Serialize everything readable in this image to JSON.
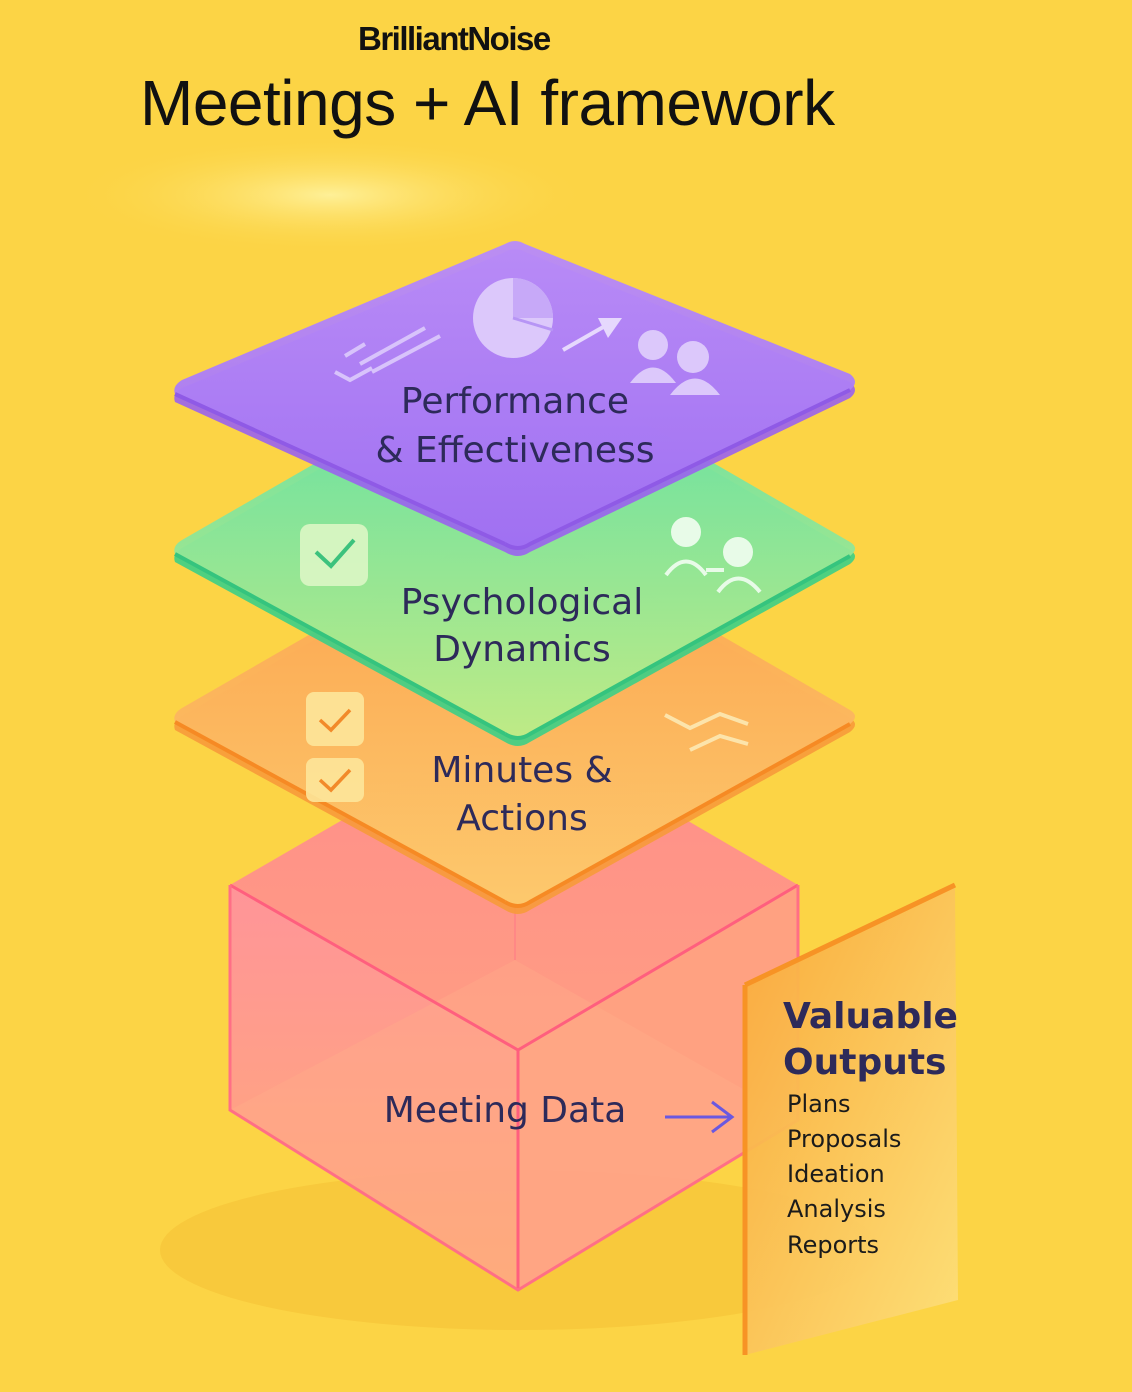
{
  "header": {
    "brand": "BrilliantNoise",
    "title": "Meetings + AI framework"
  },
  "layers": {
    "performance": {
      "line1": "Performance",
      "line2": "& Effectiveness"
    },
    "psychological": {
      "line1": "Psychological",
      "line2": "Dynamics"
    },
    "minutes": {
      "line1": "Minutes &",
      "line2": "Actions"
    }
  },
  "base": {
    "label": "Meeting Data"
  },
  "outputs": {
    "heading1": "Valuable",
    "heading2": "Outputs",
    "items": [
      "Plans",
      "Proposals",
      "Ideation",
      "Analysis",
      "Reports"
    ]
  },
  "colors": {
    "background": "#fcd445",
    "performance": "#a97df5",
    "psychological": "#6fe09a",
    "minutes": "#fbb55a",
    "meeting_data": "#ff7f8f",
    "outputs_panel": "#fbb64a",
    "label_text": "#2d2a5a",
    "arrow": "#6a58e0"
  }
}
